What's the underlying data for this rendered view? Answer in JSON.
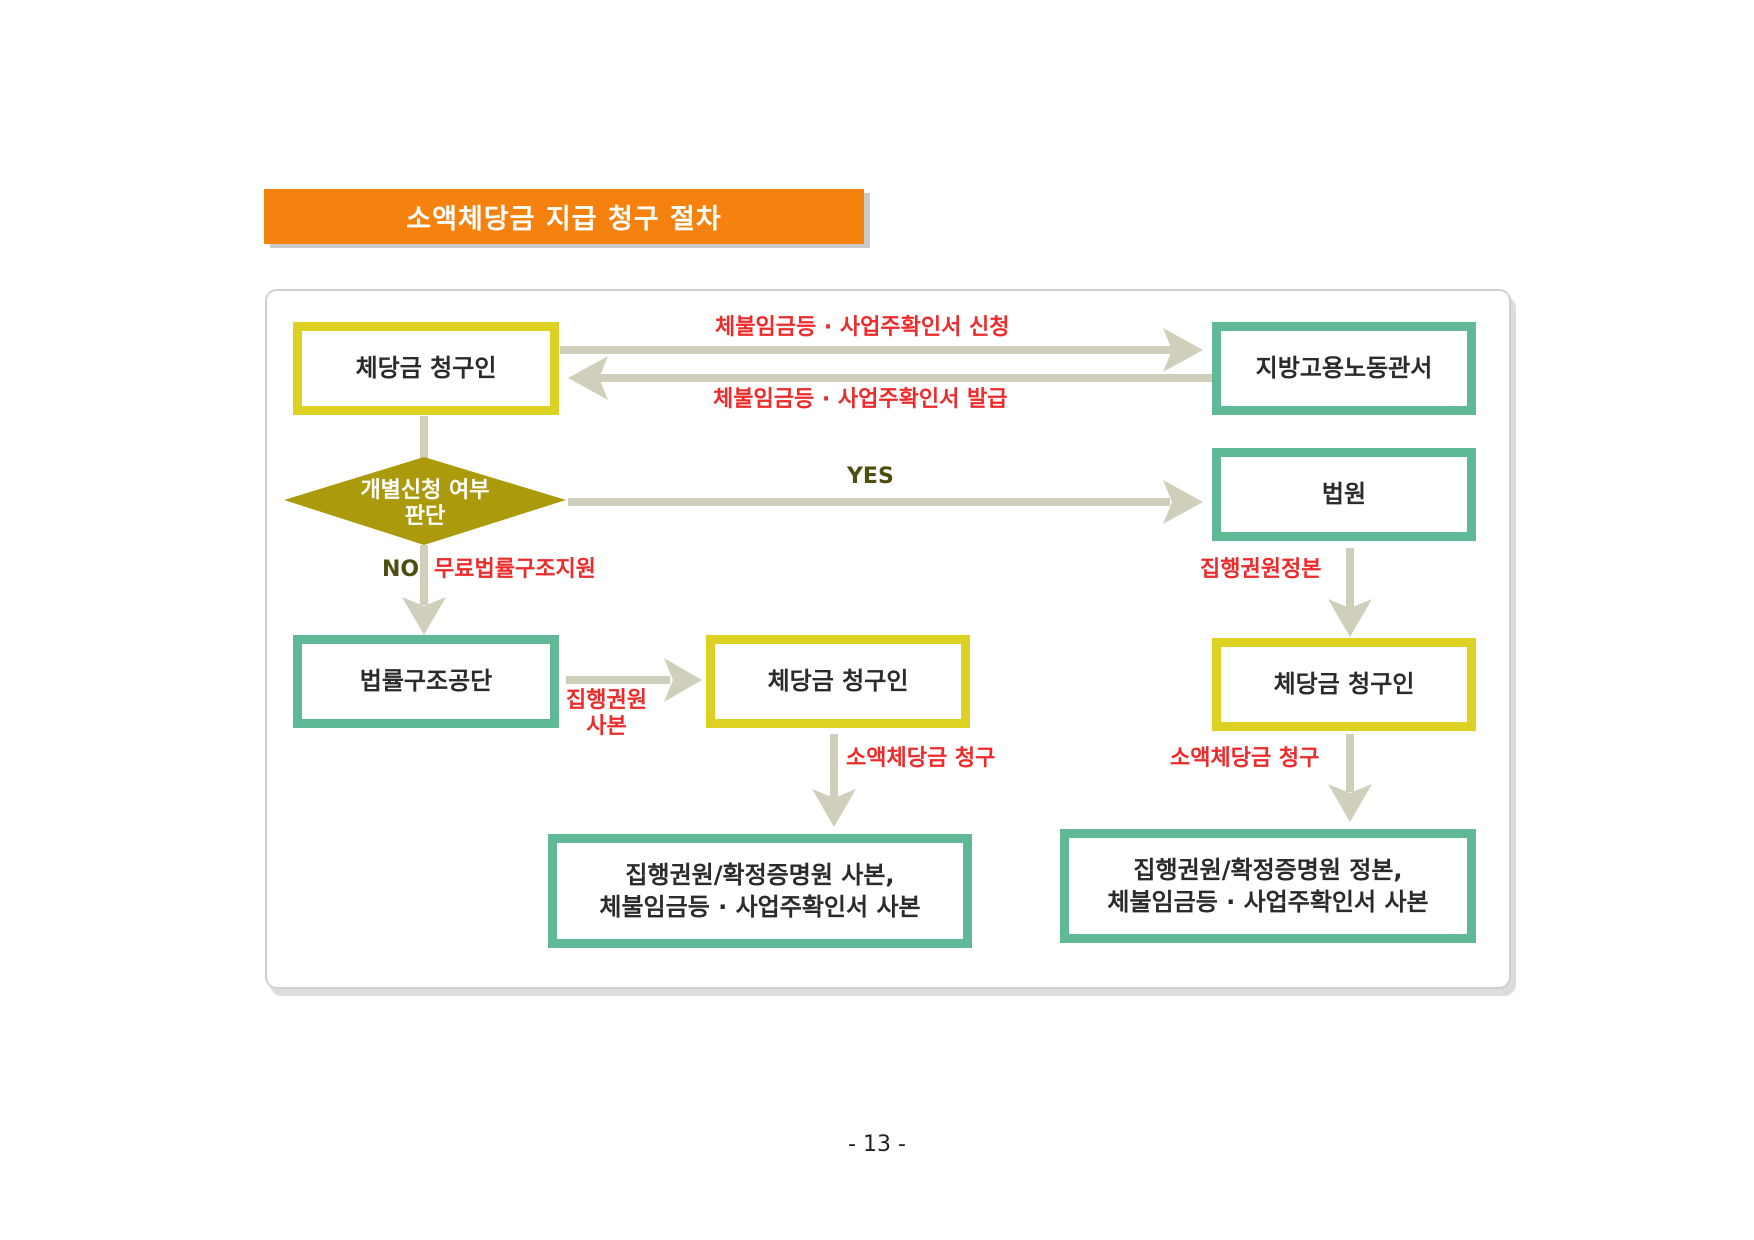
{
  "title": "소액체당금 지급 청구 절차",
  "nodes": {
    "claimant_top": "체당금 청구인",
    "labor_office": "지방고용노동관서",
    "decision": "개별신청 여부\n판단",
    "court": "법원",
    "legal_aid": "법률구조공단",
    "claimant_mid": "체당금 청구인",
    "claimant_right": "체당금 청구인",
    "docs_left": "집행권원/확정증명원 사본,\n체불임금등 · 사업주확인서 사본",
    "docs_right": "집행권원/확정증명원 정본,\n체불임금등 · 사업주확인서 사본"
  },
  "labels": {
    "request": "체불임금등 · 사업주확인서 신청",
    "issue": "체불임금등 · 사업주확인서 발급",
    "yes": "YES",
    "no": "NO",
    "free_legal_aid": "무료법률구조지원",
    "exec_original": "집행권원정본",
    "exec_copy": "집행권원\n사본",
    "claim_mid": "소액체당금 청구",
    "claim_right": "소액체당금 청구"
  },
  "page_number": "- 13 -",
  "colors": {
    "title_bg": "#f5820f",
    "yellow_border": "#ddd223",
    "green_border": "#5fb896",
    "diamond": "#aa9a0c",
    "arrow": "#cfcfbc",
    "red_text": "#ee2b2b"
  }
}
